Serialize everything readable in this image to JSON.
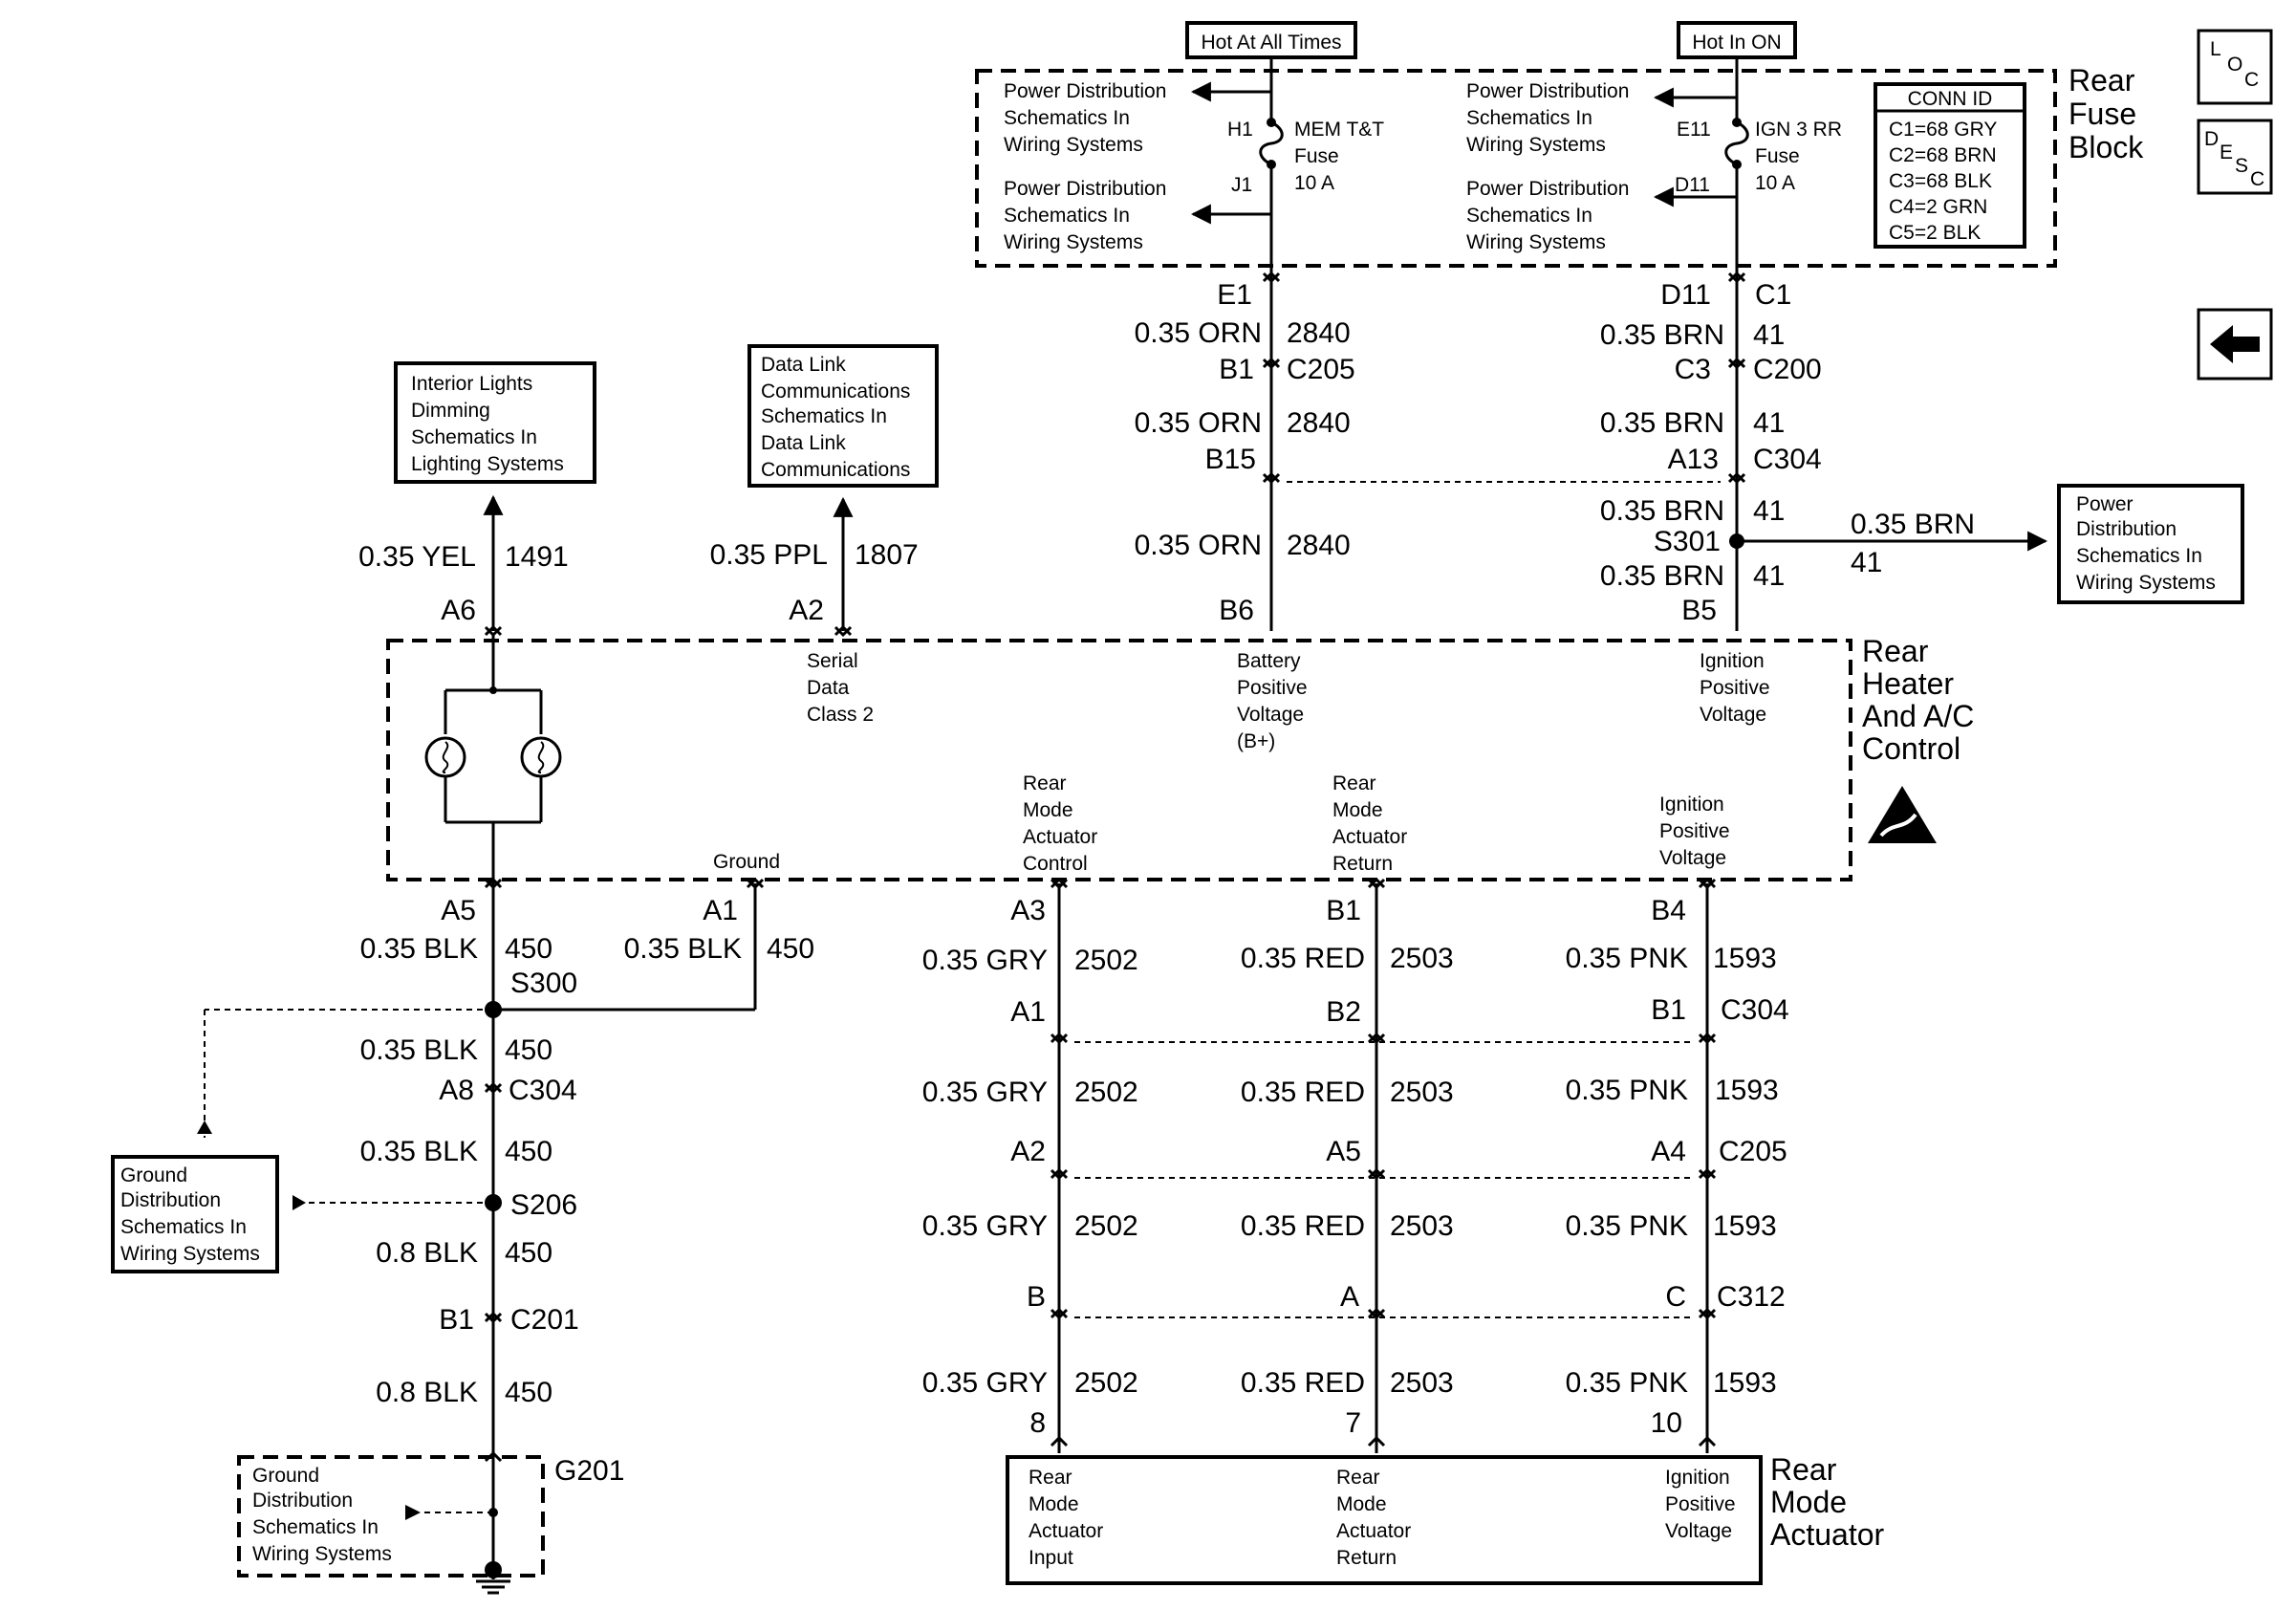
{
  "header_tags": {
    "hot_always": "Hot At All Times",
    "hot_on": "Hot In ON"
  },
  "rear_fuse_block": {
    "title": [
      "Rear",
      "Fuse",
      "Block"
    ],
    "pd_text": [
      "Power Distribution",
      "Schematics In",
      "Wiring Systems"
    ],
    "fuse1": {
      "in_pin": "H1",
      "out_pin": "J1",
      "name": [
        "MEM T&T",
        "Fuse",
        "10 A"
      ]
    },
    "fuse2": {
      "in_pin": "E11",
      "out_pin": "D11",
      "name": [
        "IGN 3 RR",
        "Fuse",
        "10 A"
      ]
    },
    "conn_id": {
      "title": "CONN ID",
      "rows": [
        "C1=68 GRY",
        "C2=68 BRN",
        "C3=68 BLK",
        "C4=2 GRN",
        "C5=2 BLK"
      ]
    }
  },
  "nav": {
    "loc": [
      "L",
      "O",
      "C"
    ],
    "desc": [
      "D",
      "E",
      "S",
      "C"
    ],
    "back": "back"
  },
  "wires": {
    "orn": {
      "pin_e1": "E1",
      "gauge": "0.35 ORN",
      "circuit": "2840",
      "pin_b1": "B1",
      "conn_c205": "C205",
      "pin_b15": "B15",
      "pin_b6": "B6"
    },
    "brn": {
      "pin_d11": "D11",
      "conn_c1": "C1",
      "gauge": "0.35 BRN",
      "circuit": "41",
      "pin_c3": "C3",
      "conn_c200": "C200",
      "pin_a13": "A13",
      "conn_c304": "C304",
      "splice": "S301",
      "pin_b5": "B5"
    },
    "yel": {
      "gauge": "0.35 YEL",
      "circuit": "1491",
      "pin": "A6"
    },
    "ppl": {
      "gauge": "0.35 PPL",
      "circuit": "1807",
      "pin": "A2"
    },
    "blk": {
      "pin_a5": "A5",
      "pin_a1": "A1",
      "gauge": "0.35 BLK",
      "gauge2": "0.8 BLK",
      "circuit": "450",
      "splice1": "S300",
      "pin_a8": "A8",
      "conn_c304": "C304",
      "splice2": "S206",
      "pin_b1": "B1",
      "conn_c201": "C201",
      "ground": "G201"
    },
    "gry": {
      "top_pin": "A3",
      "gauge": "0.35 GRY",
      "circuit": "2502",
      "pin_c304": "A1",
      "pin_c205": "A2",
      "pin_c312": "B",
      "bottom_pin": "8"
    },
    "red": {
      "top_pin": "B1",
      "gauge": "0.35 RED",
      "circuit": "2503",
      "pin_c304": "B2",
      "pin_c205": "A5",
      "pin_c312": "A",
      "bottom_pin": "7"
    },
    "pnk": {
      "top_pin": "B4",
      "gauge": "0.35 PNK",
      "circuit": "1593",
      "pin_c304": "B1",
      "pin_c205": "A4",
      "pin_c312": "C",
      "bottom_pin": "10"
    },
    "conn_labels": {
      "c304": "C304",
      "c205": "C205",
      "c312": "C312"
    }
  },
  "boxes": {
    "interior_lights": [
      "Interior Lights",
      "Dimming",
      "Schematics In",
      "Lighting Systems"
    ],
    "data_link": [
      "Data Link",
      "Communications",
      "Schematics In",
      "Data Link",
      "Communications"
    ],
    "power_dist_right": [
      "Power",
      "Distribution",
      "Schematics In",
      "Wiring Systems"
    ],
    "ground_dist": [
      "Ground",
      "Distribution",
      "Schematics In",
      "Wiring Systems"
    ]
  },
  "control_module": {
    "title": [
      "Rear",
      "Heater",
      "And A/C",
      "Control"
    ],
    "serial": [
      "Serial",
      "Data",
      "Class 2"
    ],
    "battery": [
      "Battery",
      "Positive",
      "Voltage",
      "(B+)"
    ],
    "ign_top": [
      "Ignition",
      "Positive",
      "Voltage"
    ],
    "rm_control": [
      "Rear",
      "Mode",
      "Actuator",
      "Control"
    ],
    "rm_return": [
      "Rear",
      "Mode",
      "Actuator",
      "Return"
    ],
    "ign_bottom": [
      "Ignition",
      "Positive",
      "Voltage"
    ],
    "ground": "Ground"
  },
  "actuator": {
    "title": [
      "Rear",
      "Mode",
      "Actuator"
    ],
    "input": [
      "Rear",
      "Mode",
      "Actuator",
      "Input"
    ],
    "return": [
      "Rear",
      "Mode",
      "Actuator",
      "Return"
    ],
    "ign": [
      "Ignition",
      "Positive",
      "Voltage"
    ]
  }
}
